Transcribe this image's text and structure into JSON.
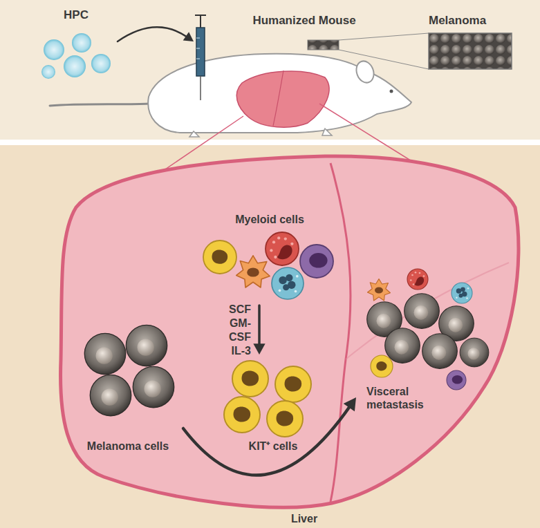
{
  "diagram": {
    "nodes": [
      {
        "text": [
          "HPC"
        ]
      },
      {
        "text": [
          "Humanized Mouse"
        ]
      },
      {
        "text": [
          "Melanoma"
        ]
      },
      {
        "text": [
          "Liver"
        ]
      },
      {
        "text": [
          "Myeloid cells"
        ],
        "in": 3
      },
      {
        "text": [
          "Melanoma cells"
        ],
        "in": 3
      },
      {
        "text": [
          "KIT⁺ cells"
        ],
        "in": 3
      },
      {
        "text": [
          "Visceral metastasis"
        ],
        "in": 3
      }
    ],
    "edges": [
      {
        "from": 0,
        "to": 1,
        "arrow": "to"
      },
      {
        "from": 4,
        "to": 6,
        "label": "SCF GM-CSF IL-3",
        "arrow": "to"
      },
      {
        "from": 5,
        "to": 7,
        "arrow": "to"
      }
    ]
  }
}
